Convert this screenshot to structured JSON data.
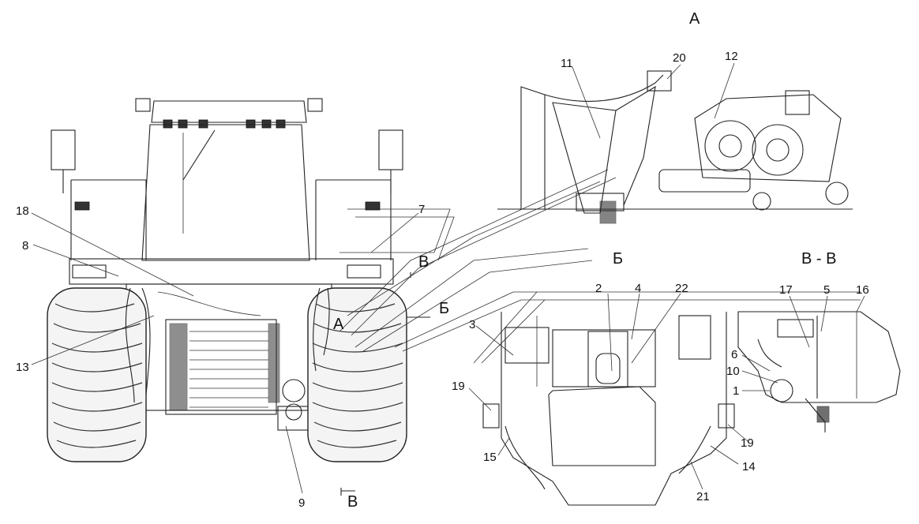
{
  "views": {
    "a": "А",
    "b": "Б",
    "v": "В - В",
    "section_v": "В",
    "section_v_bottom": "В",
    "b_arrow": "Б",
    "a_arrow": "А"
  },
  "callouts": {
    "c1": "1",
    "c2": "2",
    "c3": "3",
    "c4": "4",
    "c5": "5",
    "c6": "6",
    "c7": "7",
    "c8": "8",
    "c9": "9",
    "c10": "10",
    "c11": "11",
    "c12": "12",
    "c13": "13",
    "c14": "14",
    "c15": "15",
    "c16": "16",
    "c17": "17",
    "c18": "18",
    "c19a": "19",
    "c19b": "19",
    "c20": "20",
    "c21": "21",
    "c22": "22"
  }
}
